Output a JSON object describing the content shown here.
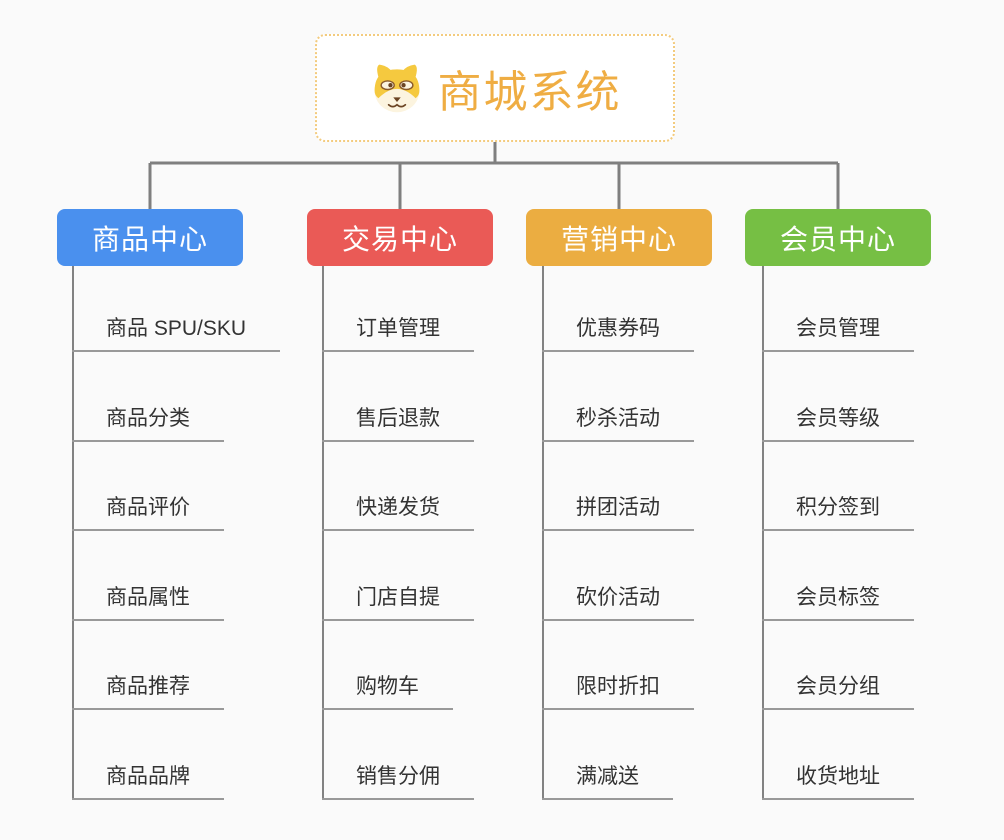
{
  "root": {
    "title": "商城系统",
    "icon": "dog-mascot-icon"
  },
  "branches": [
    {
      "label": "商品中心",
      "color": "#4A90EE",
      "items": [
        "商品 SPU/SKU",
        "商品分类",
        "商品评价",
        "商品属性",
        "商品推荐",
        "商品品牌"
      ]
    },
    {
      "label": "交易中心",
      "color": "#EA5A56",
      "items": [
        "订单管理",
        "售后退款",
        "快递发货",
        "门店自提",
        "购物车",
        "销售分佣"
      ]
    },
    {
      "label": "营销中心",
      "color": "#EBAD41",
      "items": [
        "优惠券码",
        "秒杀活动",
        "拼团活动",
        "砍价活动",
        "限时折扣",
        "满减送"
      ]
    },
    {
      "label": "会员中心",
      "color": "#76BF44",
      "items": [
        "会员管理",
        "会员等级",
        "积分签到",
        "会员标签",
        "会员分组",
        "收货地址"
      ]
    }
  ],
  "colors": {
    "root_text": "#EFAD43",
    "root_border": "#F3CB7E",
    "connector_line": "#7F7F7F",
    "spine_line": "#828282",
    "leaf_underline": "#999999",
    "leaf_text": "#333333",
    "canvas_background": "#FAFAFA",
    "root_background": "#FFFFFF"
  }
}
